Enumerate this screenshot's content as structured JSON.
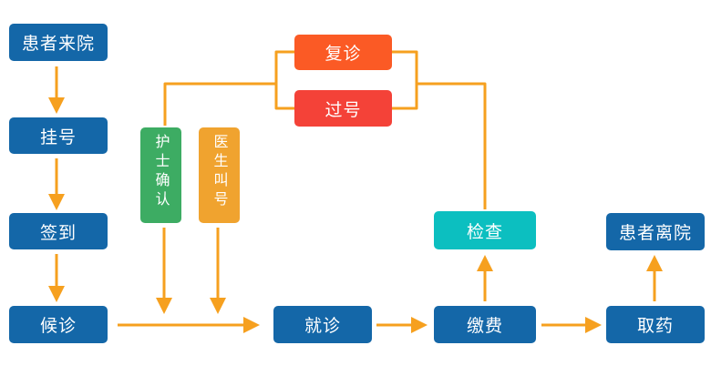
{
  "diagram": {
    "type": "flowchart",
    "background": "#FFFFFF",
    "colors": {
      "primary_blue": "#1467A8",
      "green": "#3DAC63",
      "orange": "#F0A32F",
      "orange_red": "#FB5A25",
      "red": "#F44238",
      "teal": "#0CBFC0",
      "connector": "#F6A01F",
      "node_text": "#FFFFFF"
    },
    "nodes": {
      "arrive": {
        "label": "患者来院",
        "color_role": "blue"
      },
      "register": {
        "label": "挂号",
        "color_role": "blue"
      },
      "checkin": {
        "label": "签到",
        "color_role": "blue"
      },
      "wait": {
        "label": "候诊",
        "color_role": "blue"
      },
      "nurse_confirm": {
        "label": "护士确认",
        "color_role": "green",
        "orientation": "vertical"
      },
      "doctor_call": {
        "label": "医生叫号",
        "color_role": "orange",
        "orientation": "vertical"
      },
      "followup": {
        "label": "复诊",
        "color_role": "orange_red"
      },
      "missed": {
        "label": "过号",
        "color_role": "red"
      },
      "consult": {
        "label": "就诊",
        "color_role": "blue"
      },
      "exam": {
        "label": "检查",
        "color_role": "teal"
      },
      "pay": {
        "label": "缴费",
        "color_role": "blue"
      },
      "medicine": {
        "label": "取药",
        "color_role": "blue"
      },
      "leave": {
        "label": "患者离院",
        "color_role": "blue"
      }
    },
    "edges": [
      {
        "from": "患者来院",
        "to": "挂号",
        "arrow": true
      },
      {
        "from": "挂号",
        "to": "签到",
        "arrow": true
      },
      {
        "from": "签到",
        "to": "候诊",
        "arrow": true
      },
      {
        "from": "候诊",
        "to": "就诊",
        "arrow": true
      },
      {
        "from": "护士确认",
        "to": "候诊→就诊流程线",
        "arrow": true
      },
      {
        "from": "医生叫号",
        "to": "候诊→就诊流程线",
        "arrow": true
      },
      {
        "from": "复诊/过号",
        "to": "护士确认",
        "arrow": false
      },
      {
        "from": "复诊/过号",
        "to": "检查",
        "arrow": false
      },
      {
        "from": "就诊",
        "to": "缴费",
        "arrow": true
      },
      {
        "from": "缴费",
        "to": "检查",
        "arrow": true
      },
      {
        "from": "缴费",
        "to": "取药",
        "arrow": true
      },
      {
        "from": "取药",
        "to": "患者离院",
        "arrow": true
      }
    ]
  }
}
